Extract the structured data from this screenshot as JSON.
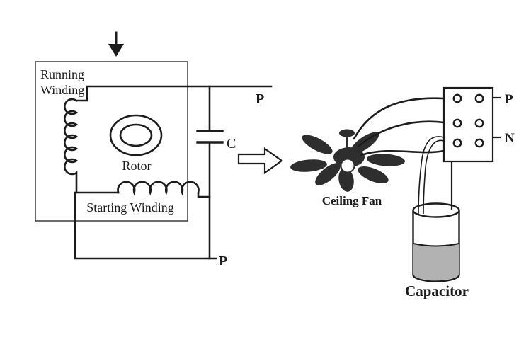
{
  "colors": {
    "ink": "#1c1c1c",
    "fan_fill": "#2e2e2e",
    "capacitor_fluid": "#b2b2b2",
    "background": "#ffffff"
  },
  "motor_diagram": {
    "running_winding_label": {
      "line1": "Running",
      "line2": "Winding"
    },
    "rotor_label": "Rotor",
    "starting_winding_label": "Starting Winding",
    "capacitor_symbol": "C",
    "phase_terminal_top": "P",
    "phase_terminal_bottom": "P"
  },
  "fan_illustration": {
    "caption": "Ceiling Fan"
  },
  "terminal_block": {
    "phase_terminal": "P",
    "neutral_terminal": "N",
    "hole_rows": 3,
    "hole_cols": 2
  },
  "capacitor_illustration": {
    "caption": "Capacitor"
  },
  "icons": {
    "down_arrow": "↓",
    "block_arrow": "⇨"
  }
}
